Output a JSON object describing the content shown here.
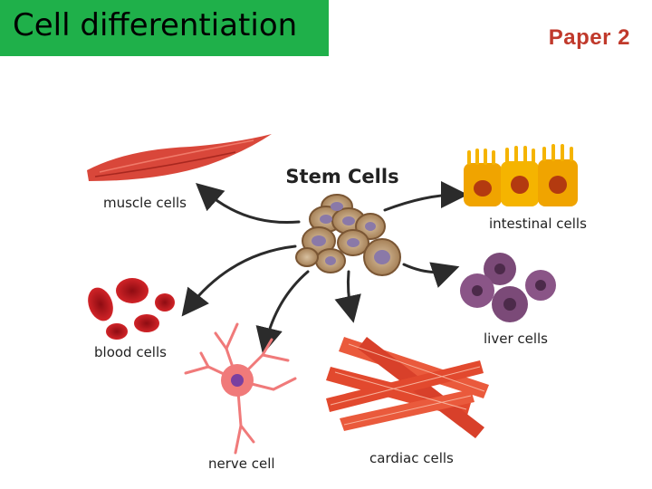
{
  "header": {
    "title": "Cell differentiation",
    "tag": "Paper 2"
  },
  "diagram": {
    "center_label": "Stem Cells",
    "labels": {
      "muscle": "muscle cells",
      "intestinal": "intestinal cells",
      "blood": "blood cells",
      "liver": "liver cells",
      "nerve": "nerve cell",
      "cardiac": "cardiac cells"
    }
  },
  "colors": {
    "title_bg": "#1fb04a",
    "tag": "#c0392b",
    "muscle": "#d9473a",
    "blood": "#c8161d",
    "intestinal": "#f0a400",
    "liver": "#7b4a78",
    "nerve": "#f07a7a",
    "cardiac": "#e2492e",
    "stem": "#b9936a"
  }
}
